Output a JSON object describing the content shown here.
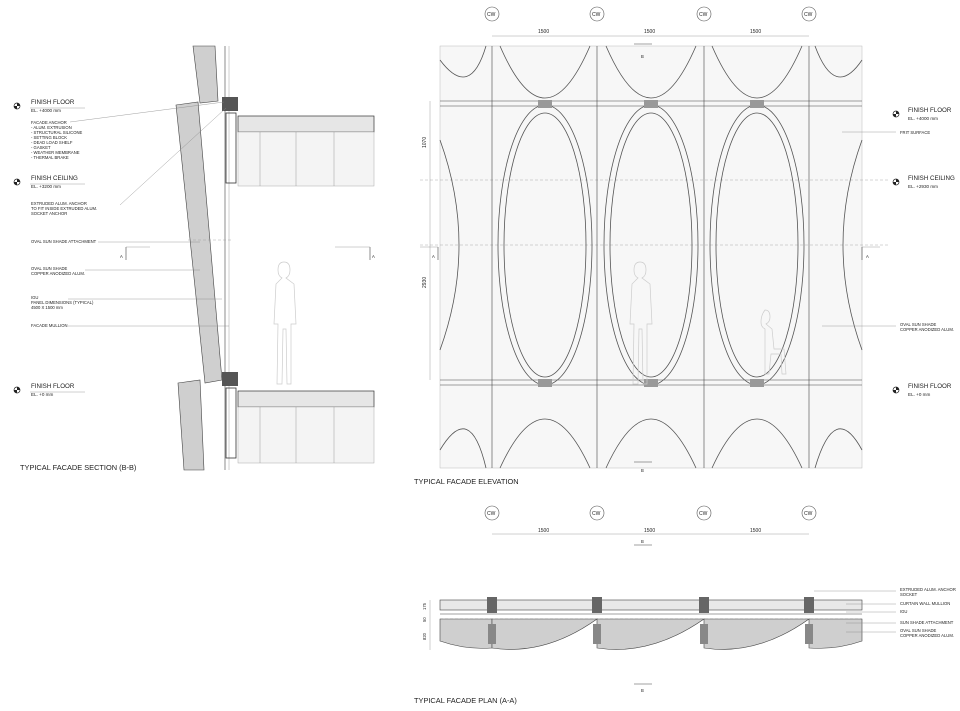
{
  "section": {
    "title": "TYPICAL FACADE SECTION (B-B)",
    "levels": [
      {
        "name": "FINISH FLOOR",
        "elevation": "EL. +4000 mm"
      },
      {
        "name": "FINISH CEILING",
        "elevation": "EL. +3200 mm"
      },
      {
        "name": "FINISH FLOOR",
        "elevation": "EL. +0 mm"
      }
    ],
    "notes": {
      "anchor": [
        "FACADE ANCHOR",
        "- ALUM. EXTRUSION",
        "- STRUCTURAL SILICONE",
        "- SETTING BLOCK",
        "- DEAD LOAD SHELF",
        "- GASKET",
        "- WEATHER MEMBRANE",
        "- THERMAL BRAKE"
      ],
      "extruded": [
        "EXTRUDED ALUM. ANCHOR",
        "TO FIT INSIDE EXTRUDED ALUM.",
        "SOCKET ANCHOR"
      ],
      "attachment": "OVAL SUN SHADE ATTACHMENT",
      "shade": [
        "OVAL SUN SHADE",
        "COPPER ANODIZED ALUM."
      ],
      "igu": [
        "IGU",
        "PANEL DIMENSIONS (TYPICAL)",
        "4500 X 1500 mm"
      ],
      "mullion": "FACADE MULLION"
    },
    "cut_label": "A"
  },
  "elevation": {
    "title": "TYPICAL FACADE ELEVATION",
    "grid_labels": [
      "CW",
      "CW",
      "CW",
      "CW"
    ],
    "spacing": [
      "1500",
      "1500",
      "1500"
    ],
    "vertical_dims": [
      "1070",
      "2930"
    ],
    "cut_label": "A",
    "section_mark": "B",
    "levels": [
      {
        "name": "FINISH FLOOR",
        "elevation": "EL. +4000 mm"
      },
      {
        "name": "FINISH CEILING",
        "elevation": "EL. +2930 mm"
      },
      {
        "name": "FINISH FLOOR",
        "elevation": "EL. +0 mm"
      }
    ],
    "notes": {
      "frit": "FRIT SURFACE",
      "shade": [
        "OVAL SUN SHADE",
        "COPPER ANODIZED ALUM."
      ]
    }
  },
  "plan": {
    "title": "TYPICAL FACADE PLAN (A-A)",
    "grid_labels": [
      "CW",
      "CW",
      "CW",
      "CW"
    ],
    "spacing": [
      "1500",
      "1500",
      "1500"
    ],
    "vertical_dims": [
      "175",
      "50",
      "820"
    ],
    "section_mark": "B",
    "notes": {
      "extruded": [
        "EXTRUDED ALUM. ANCHOR",
        "SOCKET"
      ],
      "cw_mullion": "CURTAIN WALL MULLION",
      "igu": "IGU",
      "attachment": "SUN SHADE ATTACHMENT",
      "shade": [
        "OVAL SUN SHADE",
        "COPPER ANODIZED ALUM."
      ]
    }
  }
}
